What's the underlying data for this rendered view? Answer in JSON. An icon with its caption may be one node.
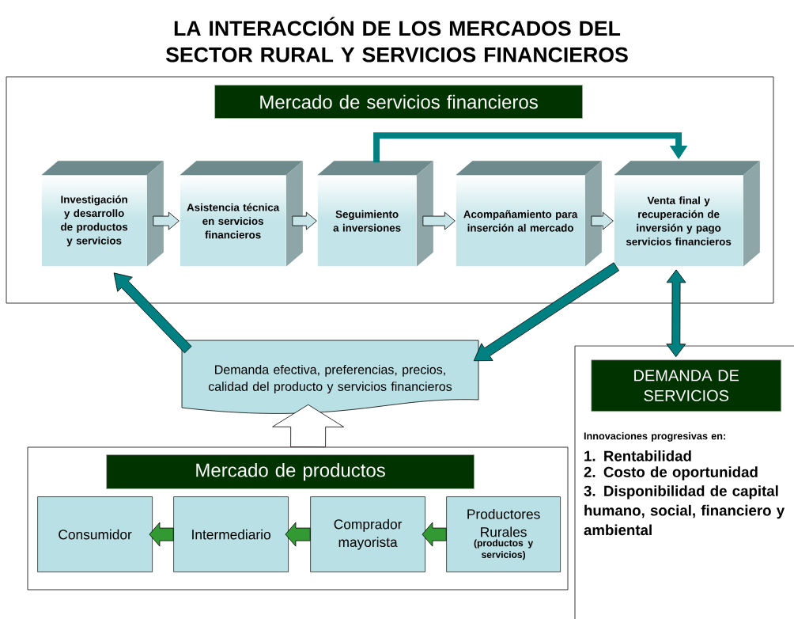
{
  "diagram": {
    "title": "LA INTERACCIÓN DE LOS MERCADOS DEL SECTOR RURAL Y SERVICIOS FINANCIEROS",
    "nodes": [
      {
        "text": [
          "Mercado de servicios financieros"
        ]
      },
      {
        "text": [
          "Investigación y desarrollo de productos y servicios"
        ],
        "in": 0
      },
      {
        "text": [
          "Asistencia técnica en servicios financieros"
        ],
        "in": 0
      },
      {
        "text": [
          "Seguimiento a inversiones"
        ],
        "in": 0
      },
      {
        "text": [
          "Acompañamiento para inserción al mercado"
        ],
        "in": 0
      },
      {
        "text": [
          "Venta final y recuperación de inversión y pago servicios financieros"
        ],
        "in": 0
      },
      {
        "text": [
          "Demanda efectiva, preferencias, precios, calidad del producto y servicios financieros"
        ]
      },
      {
        "text": [
          "Mercado de productos"
        ]
      },
      {
        "text": [
          "Consumidor"
        ],
        "in": 7
      },
      {
        "text": [
          "Intermediario"
        ],
        "in": 7
      },
      {
        "text": [
          "Comprador mayorista"
        ],
        "in": 7
      },
      {
        "text": [
          "Productores Rurales",
          "(productos y servicios)"
        ],
        "in": 7
      },
      {
        "text": [
          "DEMANDA DE SERVICIOS",
          "Innovaciones progresivas en:",
          "1. Rentabilidad",
          "2. Costo de oportunidad",
          "3. Disponibilidad de capital humano, social, financiero y ambiental"
        ]
      }
    ],
    "edges": [
      {
        "from": 1,
        "to": 2,
        "arrow": "to",
        "color": "#c8e6ea"
      },
      {
        "from": 2,
        "to": 3,
        "arrow": "to",
        "color": "#c8e6ea"
      },
      {
        "from": 3,
        "to": 4,
        "arrow": "to",
        "color": "#c8e6ea"
      },
      {
        "from": 4,
        "to": 5,
        "arrow": "to",
        "color": "#c8e6ea"
      },
      {
        "from": 3,
        "to": 5,
        "arrow": "to"
      },
      {
        "from": 5,
        "to": 6,
        "arrow": "to"
      },
      {
        "from": 6,
        "to": 1,
        "arrow": "to"
      },
      {
        "from": 5,
        "to": 12,
        "arrow": "both"
      },
      {
        "from": 7,
        "to": 6,
        "arrow": "to",
        "color": "#ffffff"
      },
      {
        "from": 11,
        "to": 10,
        "arrow": "to",
        "color": "#339933"
      },
      {
        "from": 10,
        "to": 9,
        "arrow": "to",
        "color": "#339933"
      },
      {
        "from": 9,
        "to": 8,
        "arrow": "to",
        "color": "#339933"
      }
    ]
  }
}
